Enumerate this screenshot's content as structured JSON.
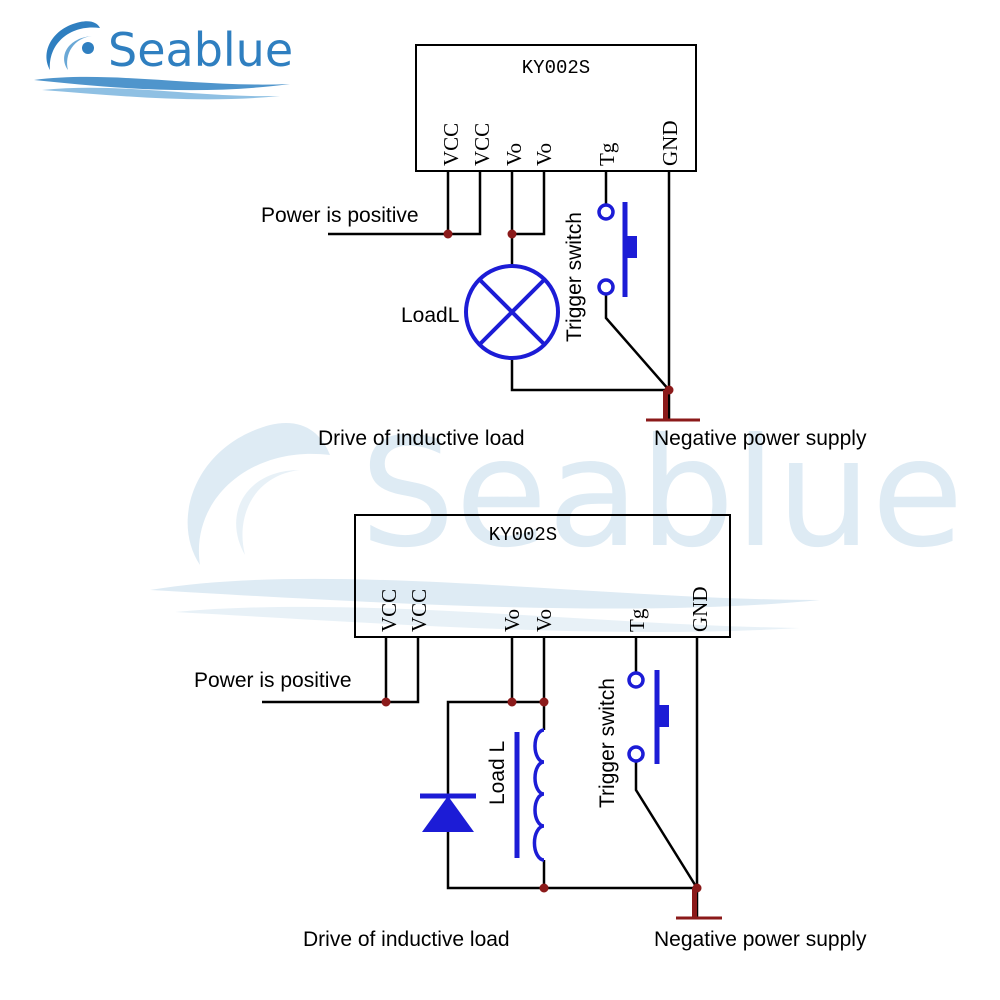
{
  "brand": {
    "logo_text": "Seablue",
    "watermark_text": "Seablue",
    "logo_color": "#2f7fc0",
    "watermark_color": "#dbe9f3"
  },
  "colors": {
    "wire": "#000000",
    "component": "#1c1cd6",
    "junction": "#8b1a1a"
  },
  "circuit_top": {
    "module_name": "KY002S",
    "pins": [
      "VCC",
      "VCC",
      "Vo",
      "Vo",
      "Tg",
      "GND"
    ],
    "power_label": "Power is positive",
    "load_label": "LoadL",
    "switch_label": "Trigger switch",
    "caption": "Drive of inductive load",
    "ground_label": "Negative power supply"
  },
  "circuit_bottom": {
    "module_name": "KY002S",
    "pins": [
      "VCC",
      "VCC",
      "Vo",
      "Vo",
      "Tg",
      "GND"
    ],
    "power_label": "Power is positive",
    "load_label": "Load L",
    "switch_label": "Trigger switch",
    "caption": "Drive of inductive load",
    "ground_label": "Negative power supply"
  }
}
